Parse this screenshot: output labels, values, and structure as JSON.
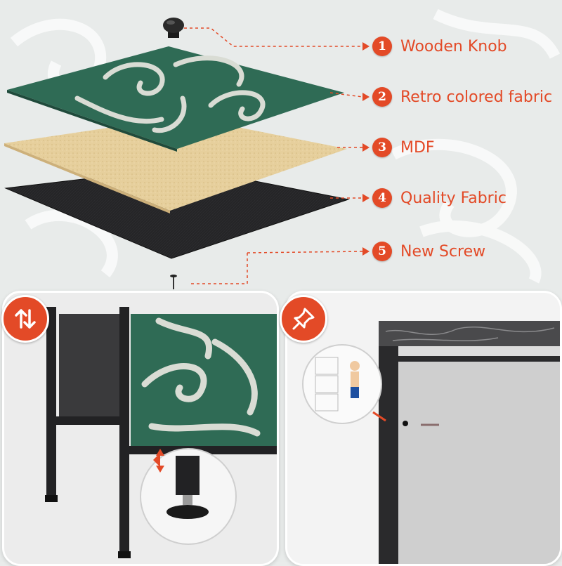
{
  "colors": {
    "accent": "#e34a27",
    "fabric_green": "#2f6b55",
    "mdf_tan": "#e6cf9c",
    "quality_fabric_black": "#252527",
    "frame_black": "#222224"
  },
  "components": [
    {
      "number": "1",
      "label": "Wooden Knob"
    },
    {
      "number": "2",
      "label": "Retro colored fabric"
    },
    {
      "number": "3",
      "label": "MDF"
    },
    {
      "number": "4",
      "label": "Quality Fabric"
    },
    {
      "number": "5",
      "label": "New Screw"
    }
  ],
  "features": {
    "adjustable_feet_icon": "up-down-arrows-icon",
    "anti_tip_icon": "pushpin-icon"
  }
}
